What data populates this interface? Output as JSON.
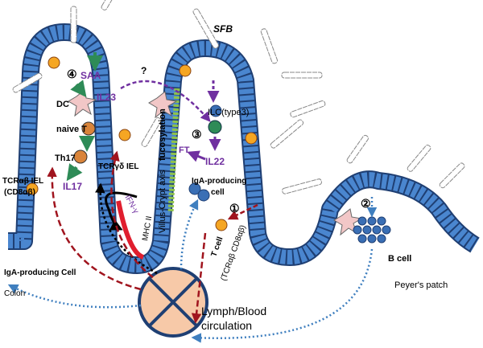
{
  "labels": {
    "sfb": "SFB",
    "saa": "SAA",
    "dc": "DC",
    "il23": "IL23",
    "naive_t": "naive T",
    "th17": "Th17",
    "il17": "IL17",
    "tcr_ab_iel_1": "TCRαβ IEL",
    "tcr_ab_iel_2": "(CD8αβ)",
    "tcr_gd_iel": "TCRγδ IEL",
    "ifn_g": "IFN-γ",
    "mhc_ii": "MHC II",
    "villus_crypt": "Villus-Crypt  axis",
    "fucosylation": "fucosylation",
    "ilc3": "ILC(type3)",
    "ft": "FT",
    "il22": "IL22",
    "question": "?",
    "iga_producing_1": "IgA-producing",
    "iga_producing_2": "cell",
    "t_cell_1": "T cell",
    "t_cell_2": "(TCRαβ CD8αβ)",
    "b_cell": "B cell",
    "peyers_patch": "Peyer's patch",
    "iga_cell_colon": "IgA-producing Cell",
    "colon": "Colon",
    "lymph_1": "Lymph/Blood",
    "lymph_2": "circulation",
    "n1": "①",
    "n2": "②",
    "n3": "③",
    "n4": "④"
  },
  "colors": {
    "epithelium": "#3a6fb5",
    "epithelium_dark": "#1f3f73",
    "purple": "#7030a0",
    "green": "#2e8b57",
    "dark_red": "#a0141e",
    "dotted_blue": "#3f7fbf",
    "circle_fill": "#f7c9a8"
  }
}
